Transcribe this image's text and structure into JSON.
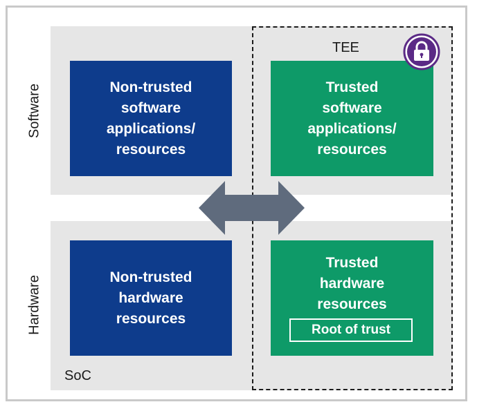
{
  "rows": {
    "software": "Software",
    "hardware": "Hardware"
  },
  "labels": {
    "tee": "TEE",
    "soc": "SoC"
  },
  "boxes": {
    "nontrusted_software": [
      "Non-trusted",
      "software",
      "applications/",
      "resources"
    ],
    "trusted_software": [
      "Trusted",
      "software",
      "applications/",
      "resources"
    ],
    "nontrusted_hardware": [
      "Non-trusted",
      "hardware",
      "resources"
    ],
    "trusted_hardware": [
      "Trusted",
      "hardware",
      "resources"
    ],
    "root_of_trust": "Root of trust"
  },
  "icons": {
    "lock": "lock-icon",
    "arrow": "double-headed-arrow-icon"
  },
  "colors": {
    "nontrusted": "#0e3c8c",
    "trusted": "#0e9a68",
    "band": "#e6e6e6",
    "lock": "#5b2a86",
    "arrow": "#5f6b7d"
  }
}
